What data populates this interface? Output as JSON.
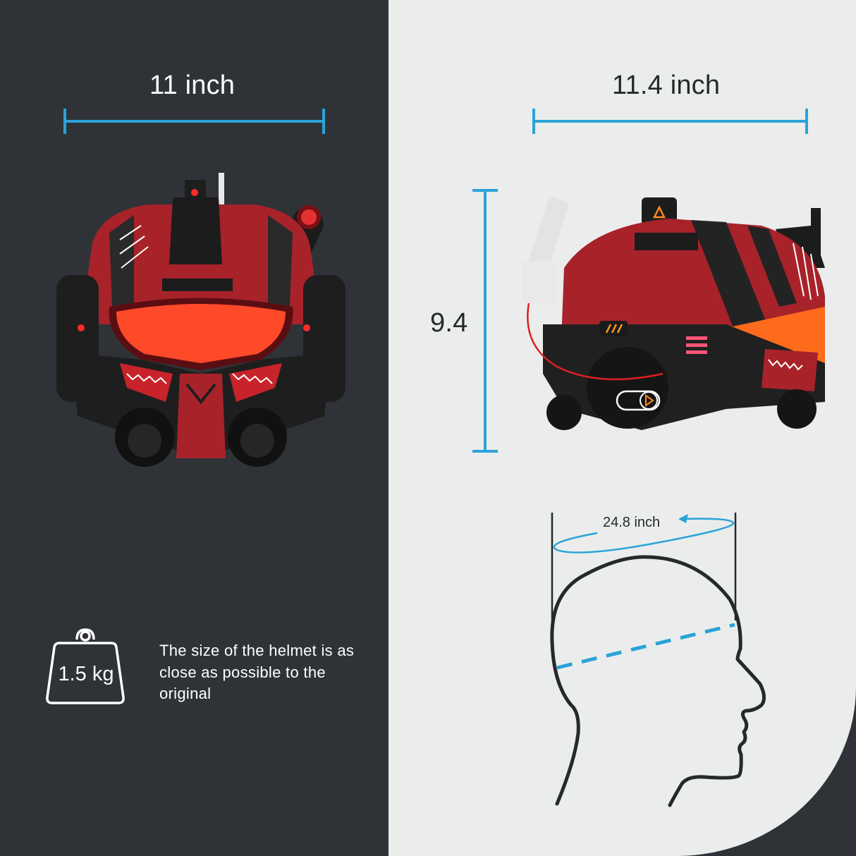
{
  "front_view": {
    "width_label": "11 inch",
    "image_alt": "Red and black tactical helmet front view with glowing honeycomb visor and shark-teeth decals"
  },
  "side_view": {
    "width_label": "11.4 inch",
    "height_label": "9.4",
    "image_alt": "Red and black tactical helmet side view with white antenna, red wire and orange visor"
  },
  "weight": {
    "value": "1.5 kg",
    "icon": "weight-icon"
  },
  "note": {
    "text": "The size of the helmet is as close as possible to the original"
  },
  "head_diagram": {
    "circumference_label": "24.8 inch",
    "icon": "head-profile-icon"
  },
  "colors": {
    "dark_bg": "#2f3337",
    "light_bg": "#ebeded",
    "accent_blue": "#2aa3d8",
    "helmet_red": "#a8222a",
    "visor_orange": "#ff4a2a"
  }
}
